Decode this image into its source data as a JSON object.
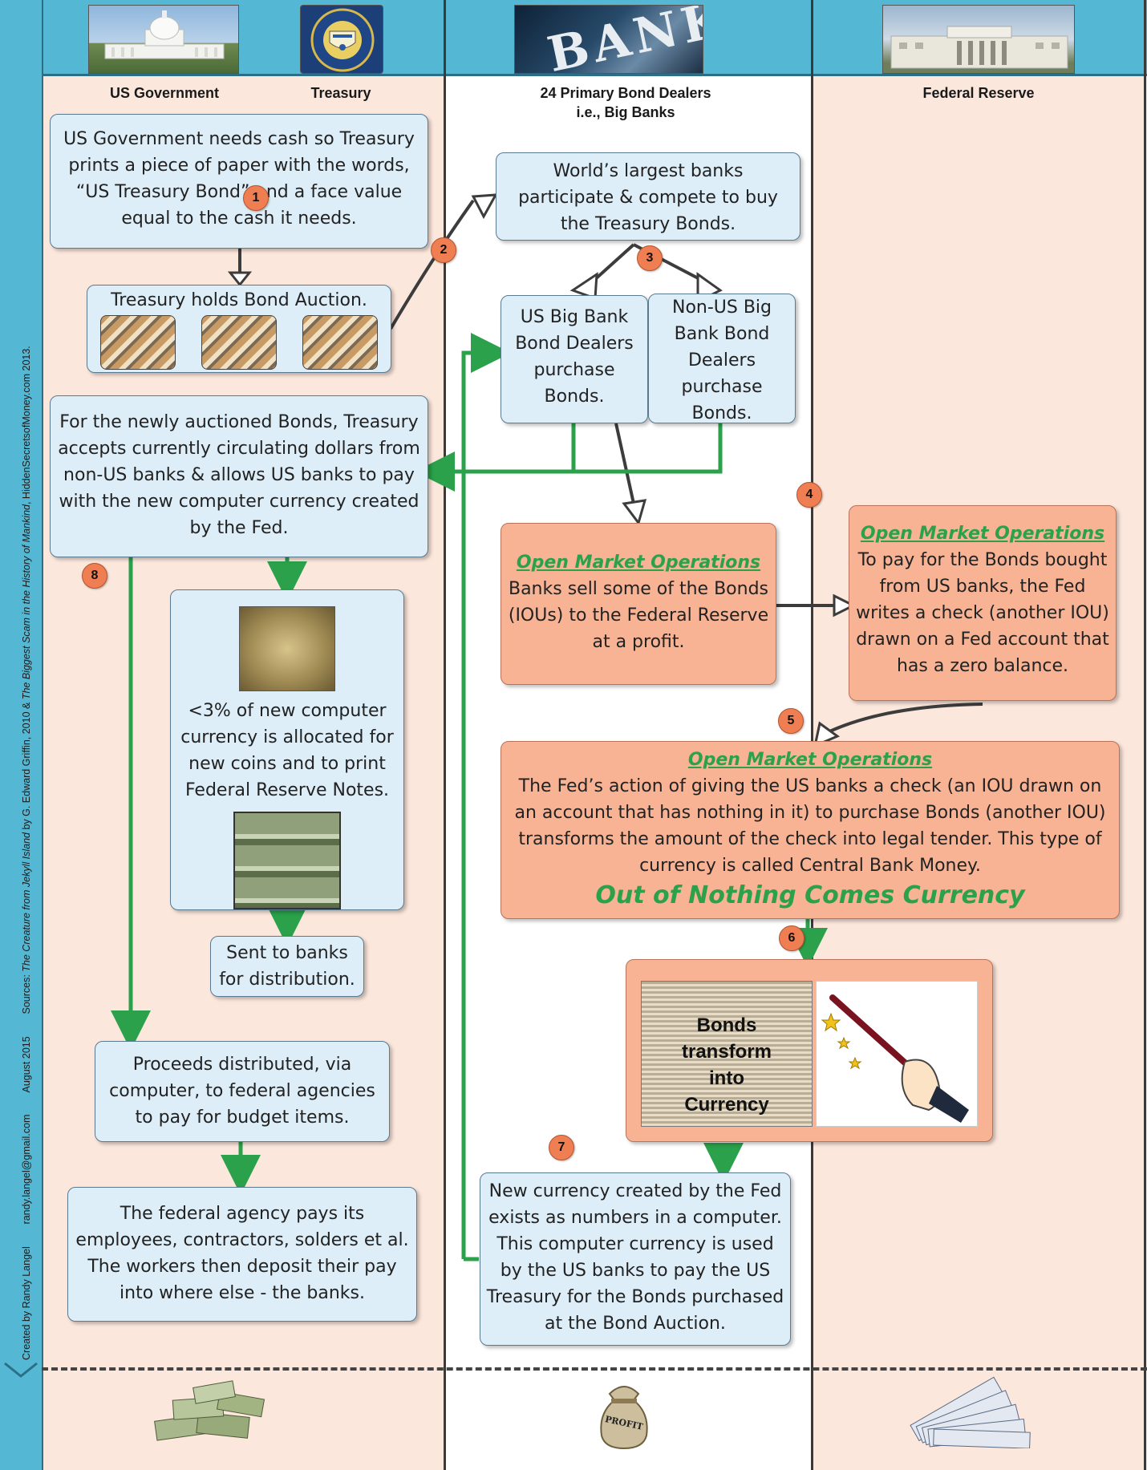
{
  "side_caption": {
    "created": "Created by Randy Langel",
    "email": "randy.langel@gmail.com",
    "date": "August 2015",
    "sources_prefix": "Sources: ",
    "source1": "The Creature from Jekyll Island",
    "source1_by": " by G. Edward Griffin, 2010 & ",
    "source2": "The Biggest Scam in the History of Mankind",
    "source2_by": ", HiddenSecretsofMoney.com 2013."
  },
  "lanes": {
    "us_government": "US Government",
    "treasury": "Treasury",
    "dealers_line1": "24 Primary Bond Dealers",
    "dealers_line2": "i.e., Big Banks",
    "federal_reserve": "Federal Reserve"
  },
  "header_images": {
    "bank_sign": "BANK"
  },
  "boxes": {
    "treasury_needs_cash": "US Government needs cash so Treasury prints a piece of paper with the words, “US Treasury Bond”  and a face value equal to the cash it needs.",
    "auction": "Treasury holds Bond Auction.",
    "worlds_largest": "World’s largest banks participate & compete to buy the Treasury Bonds.",
    "us_big_bank": "US Big Bank Bond Dealers purchase Bonds.",
    "non_us_big_bank": "Non-US Big Bank Bond Dealers purchase Bonds.",
    "treasury_accepts": "For the newly auctioned Bonds, Treasury accepts currently circulating dollars from non-US banks & allows US banks to pay with the new computer currency created by the Fed.",
    "omo_title": "Open Market Operations",
    "omo_banks_sell": "Banks sell some of the Bonds (IOUs) to the Federal Reserve at a profit.",
    "omo_fed_pays": "To pay for the Bonds bought from US banks, the Fed writes a check (another IOU) drawn on a Fed account that has a zero balance.",
    "omo_transform": "The Fed’s action of giving the US banks a check (an IOU drawn on an account that has nothing in it) to purchase Bonds (another IOU) transforms the amount of the check into legal tender. This type of currency is called Central Bank Money.",
    "out_of_nothing": "Out of Nothing Comes Currency",
    "allocated": "<3% of new computer currency is allocated for new coins and to print Federal Reserve Notes.",
    "sent_to_banks": "Sent to banks for distribution.",
    "bonds_transform": "Bonds transform into Currency",
    "proceeds": "Proceeds distributed, via computer, to federal agencies to pay for budget items.",
    "agency_pays": "The federal agency pays its employees, contractors, solders et al. The workers then deposit their pay into where else - the banks.",
    "new_currency": "New currency created by the Fed exists as numbers in a computer. This computer currency is used by the US banks to pay the US Treasury for the Bonds purchased at the Bond Auction."
  },
  "footer_images": {
    "profit_bag": "PROFIT"
  },
  "badges": [
    "1",
    "2",
    "3",
    "4",
    "5",
    "6",
    "7",
    "8"
  ],
  "colors": {
    "header_blue": "#54b8d4",
    "lane_peach": "#fce7dc",
    "box_blue": "#ddeef8",
    "box_orange": "#f7b394",
    "arrow_green": "#2aa14a",
    "arrow_gray": "#3c3c3c",
    "badge_orange": "#ef7f53"
  }
}
